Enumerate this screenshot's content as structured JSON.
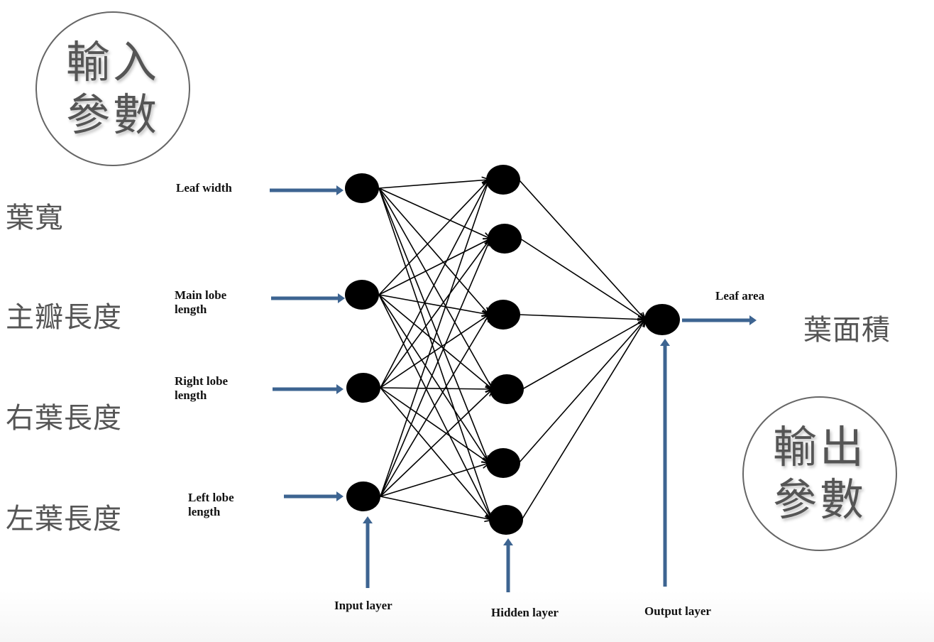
{
  "input_badge": {
    "line1": "輸入",
    "line2": "參數"
  },
  "output_badge": {
    "line1": "輸出",
    "line2": "參數"
  },
  "inputs_zh": [
    "葉寬",
    "主瓣長度",
    "右葉長度",
    "左葉長度"
  ],
  "output_zh": "葉面積",
  "inputs_en": [
    {
      "line1": "Leaf width",
      "line2": ""
    },
    {
      "line1": "Main lobe",
      "line2": "length"
    },
    {
      "line1": "Right lobe",
      "line2": "length"
    },
    {
      "line1": "Left lobe",
      "line2": "length"
    }
  ],
  "output_en": "Leaf area",
  "layers": {
    "input": "Input layer",
    "hidden": "Hidden layer",
    "output": "Output layer"
  },
  "network": {
    "input_nodes": 4,
    "hidden_nodes": 6,
    "output_nodes": 1
  },
  "colors": {
    "arrow": "#3d6491",
    "node": "#000000",
    "text_zh": "#555555"
  }
}
